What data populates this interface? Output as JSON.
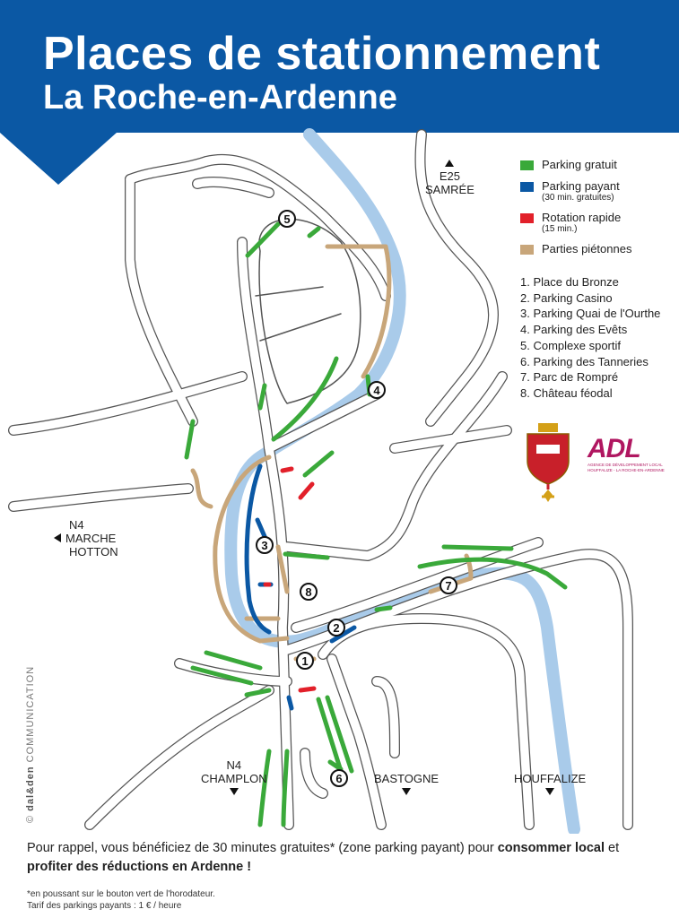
{
  "header": {
    "title_line1": "Places de stationnement",
    "title_line2": "La Roche-en-Ardenne",
    "color": "#0b58a4"
  },
  "legend": [
    {
      "label": "Parking gratuit",
      "sub": "",
      "color": "#3aa93a"
    },
    {
      "label": "Parking payant",
      "sub": "(30 min. gratuites)",
      "color": "#0b58a4"
    },
    {
      "label": "Rotation rapide",
      "sub": "(15 min.)",
      "color": "#e2202a"
    },
    {
      "label": "Parties piétonnes",
      "sub": "",
      "color": "#c8a67a"
    }
  ],
  "places": [
    "1. Place du Bronze",
    "2. Parking Casino",
    "3. Parking Quai de l'Ourthe",
    "4. Parking des Evêts",
    "5. Complexe sportif",
    "6. Parking des Tanneries",
    "7. Parc de Rompré",
    "8. Château féodal"
  ],
  "markers": [
    "1",
    "2",
    "3",
    "4",
    "5",
    "6",
    "7",
    "8"
  ],
  "directions": {
    "samree_road": "E25",
    "samree": "SAMRÉE",
    "marche_road": "N4",
    "marche": "MARCHE",
    "hotton": "HOTTON",
    "champlon_road": "N4",
    "champlon": "CHAMPLON",
    "bastogne": "BASTOGNE",
    "houffalize": "HOUFFALIZE"
  },
  "logo": {
    "adl": "ADL",
    "adl_line1": "AGENCE DE DÉVELOPPEMENT LOCAL",
    "adl_line2": "HOUFFALIZE - LA ROCHE-EN-ARDENNE"
  },
  "footer": {
    "part1": "Pour rappel, vous bénéficiez de 30 minutes gratuites* (zone parking payant) pour ",
    "bold1": "consommer local",
    "part2": " et ",
    "bold2": "profiter des réductions en Ardenne !",
    "note1": "*en poussant sur le bouton vert de l'horodateur.",
    "note2": "Tarif des parkings payants : 1 € / heure"
  },
  "credit": {
    "symbol": "©",
    "brand": "dal&den",
    "text": "COMMUNICATION"
  },
  "colors": {
    "river": "#a9cbea",
    "road_outline": "#555555",
    "free": "#3aa93a",
    "paid": "#0b58a4",
    "rotation": "#e2202a",
    "pedestrian": "#c8a67a"
  }
}
